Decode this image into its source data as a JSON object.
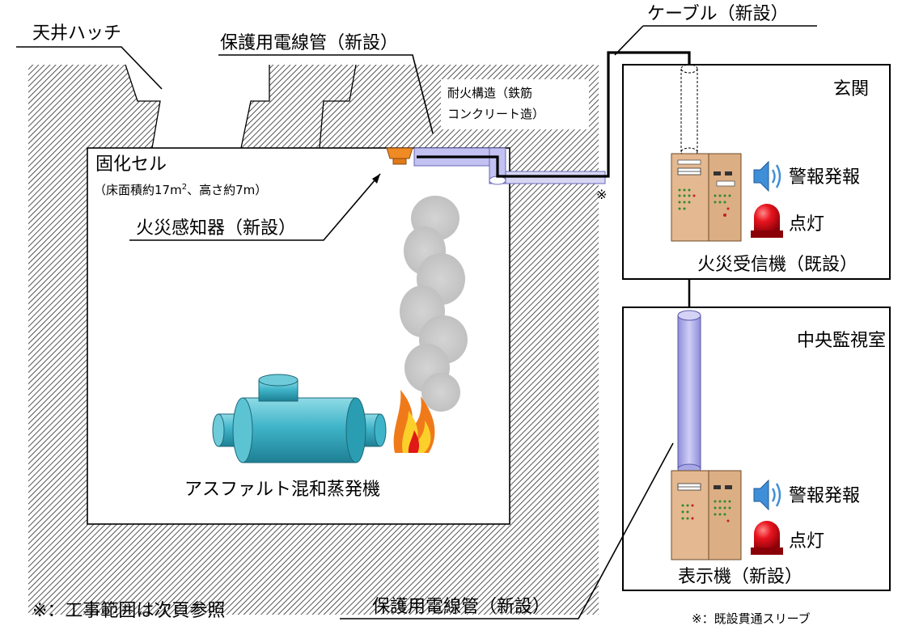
{
  "labels": {
    "ceiling_hatch": "天井ハッチ",
    "conduit_top": "保護用電線管（新設）",
    "cable": "ケーブル（新設）",
    "fireproof_line1": "耐火構造（鉄筋",
    "fireproof_line2": "コンクリート造）",
    "cell_title": "固化セル",
    "cell_size_prefix": "（床面積約17m",
    "cell_size_sup": "2",
    "cell_size_suffix": "、高さ約7m）",
    "detector": "火災感知器（新設）",
    "evaporator": "アスファルト混和蒸発機",
    "sleeve_mark": "※",
    "entrance": "玄関",
    "alarm_entrance": "警報発報",
    "light_entrance": "点灯",
    "receiver": "火災受信機（既設）",
    "control_room": "中央監視室",
    "alarm_control": "警報発報",
    "light_control": "点灯",
    "display": "表示機（新設）",
    "conduit_bottom": "保護用電線管（新設）",
    "note_scope": "※：工事範囲は次頁参照",
    "note_sleeve": "※：既設貫通スリーブ"
  },
  "icons": {
    "speaker": "speaker-icon",
    "beacon": "red-beacon-icon",
    "fire": "fire-icon",
    "smoke": "smoke-plume"
  },
  "colors": {
    "conduit": "#b9b8ef",
    "conduit_edge": "#6a68b8",
    "evaporator": "#3fb4c9",
    "panel": "#e4b890",
    "detector": "#f08a24",
    "beacon": "#e8141e",
    "speaker": "#3f8fd8",
    "smoke": "#c9c9c9"
  }
}
